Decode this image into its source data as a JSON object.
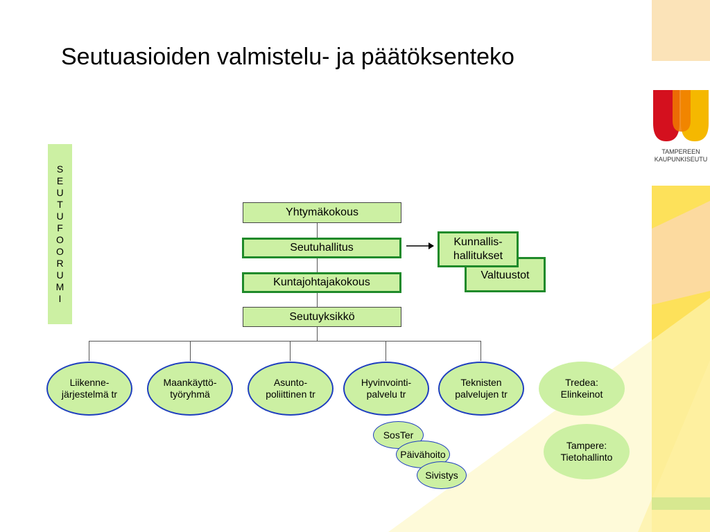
{
  "title": "Seutuasioiden valmistelu- ja päätöksenteko",
  "side_label": [
    "S",
    "E",
    "U",
    "T",
    "U",
    "F",
    "O",
    "O",
    "R",
    "U",
    "M",
    "I"
  ],
  "logo": {
    "line1": "TAMPEREEN",
    "line2": "KAUPUNKISEUTU"
  },
  "hierarchy": {
    "yhtymakokous": "Yhtymäkokous",
    "seutuhallitus": "Seutuhallitus",
    "kuntajohtajakokous": "Kuntajohtajakokous",
    "seutuyksikko": "Seutuyksikkö"
  },
  "municipal": {
    "kunnallishallitukset": "Kunnallis-\nhallitukset",
    "valtuustot": "Valtuustot"
  },
  "groups": [
    "Liikenne-\njärjestelmä tr",
    "Maankäyttö-\ntyöryhmä",
    "Asunto-\npoliittinen tr",
    "Hyvinvointi-\npalvelu tr",
    "Teknisten\npalvelujen tr"
  ],
  "subgroups": [
    "SosTer",
    "Päivähoito",
    "Sivistys"
  ],
  "external": [
    "Tredea:\nElinkeinot",
    "Tampere:\nTietohallinto"
  ],
  "colors": {
    "box_fill": "#ccf0a3",
    "box_border_strong": "#1f8a2a",
    "oval_border": "#1f3fbf",
    "accent_yellow": "#fde15a",
    "accent_red": "#d4101e"
  }
}
